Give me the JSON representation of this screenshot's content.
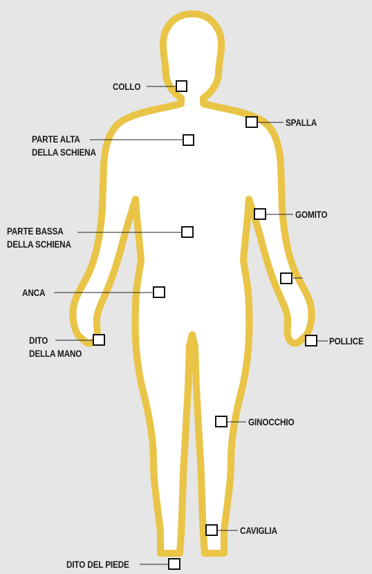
{
  "colors": {
    "background": "#e6e6e6",
    "body_fill": "#e8c143",
    "body_outline": "#e9c446",
    "white_half": "#ffffff",
    "marker_border": "#111111",
    "leader_line": "#222222"
  },
  "points": {
    "neck": {
      "line1": "COLLO"
    },
    "shoulder": {
      "line1": "SPALLA"
    },
    "upper_back": {
      "line1": "PARTE ALTA",
      "line2": "DELLA SCHIENA"
    },
    "elbow": {
      "line1": "GOMITO"
    },
    "lower_back": {
      "line1": "PARTE BASSA",
      "line2": "DELLA SCHIENA"
    },
    "wrist": {
      "line1": ""
    },
    "hip": {
      "line1": "ANCA"
    },
    "finger": {
      "line1": "DITO",
      "line2": "DELLA MANO"
    },
    "thumb": {
      "line1": "POLLICE"
    },
    "knee": {
      "line1": "GINOCCHIO"
    },
    "ankle": {
      "line1": "CAVIGLIA"
    },
    "toe": {
      "line1": "DITO DEL PIEDE"
    }
  }
}
